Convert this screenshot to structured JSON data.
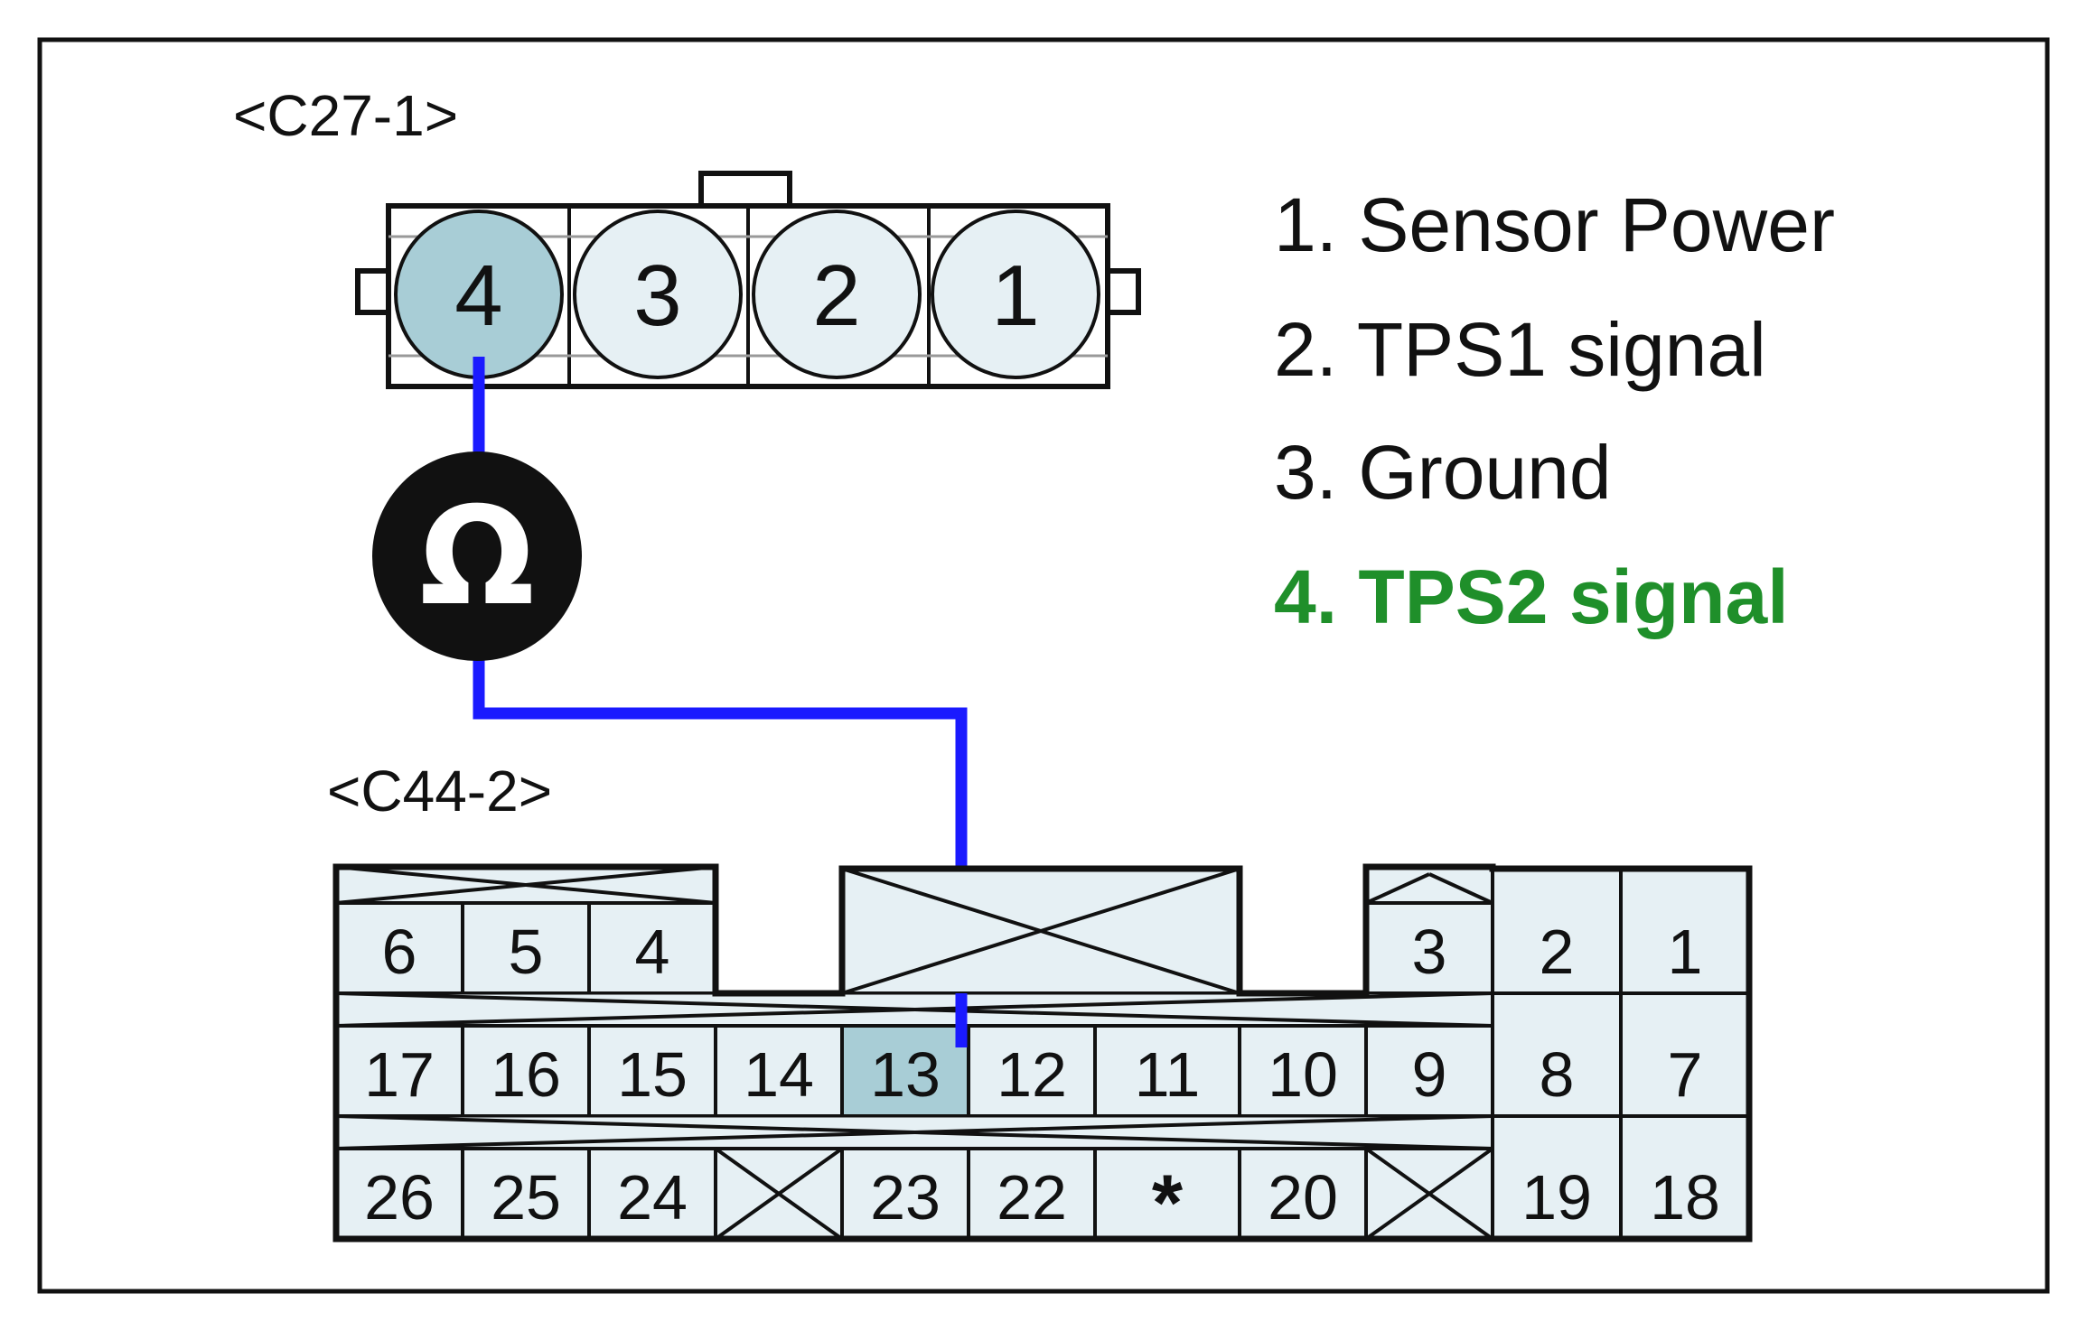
{
  "connector_top": {
    "name": "<C27-1>",
    "pins": [
      "4",
      "3",
      "2",
      "1"
    ],
    "highlighted_pin": "4"
  },
  "legend": [
    {
      "text": "1. Sensor Power",
      "highlighted": false
    },
    {
      "text": "2. TPS1 signal",
      "highlighted": false
    },
    {
      "text": "3. Ground",
      "highlighted": false
    },
    {
      "text": "4. TPS2 signal",
      "highlighted": true
    }
  ],
  "colors": {
    "wire": "#1a1aff",
    "highlight_text": "#1f8f2a",
    "highlight_pin": "#a8cdd6",
    "pin_fill": "#e6f0f4"
  },
  "meter_icon": "ohm-icon",
  "meter_symbol": "Ω",
  "connector_bottom": {
    "name": "<C44-2>",
    "row1": [
      "6",
      "5",
      "4",
      "",
      "",
      "",
      "",
      "",
      "3",
      "2",
      "1"
    ],
    "row2": [
      "17",
      "16",
      "15",
      "14",
      "13",
      "12",
      "11",
      "10",
      "9",
      "8",
      "7"
    ],
    "row3": [
      "26",
      "25",
      "24",
      "",
      "23",
      "22",
      "*",
      "20",
      "",
      "19",
      "18"
    ],
    "highlighted_pin": "13"
  }
}
